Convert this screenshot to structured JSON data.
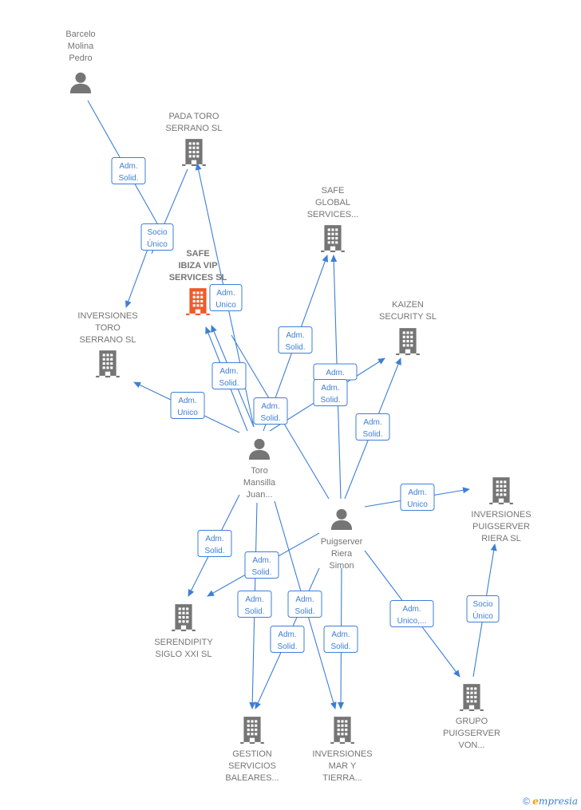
{
  "nodes": {
    "barcelo": {
      "type": "person",
      "label": [
        "Barcelo",
        "Molina",
        "Pedro"
      ]
    },
    "pada": {
      "type": "company",
      "label": [
        "PADA TORO",
        "SERRANO  SL"
      ]
    },
    "safe_global": {
      "type": "company",
      "label": [
        "SAFE",
        "GLOBAL",
        "SERVICES..."
      ]
    },
    "safe_ibiza": {
      "type": "company",
      "main": true,
      "label": [
        "SAFE",
        "IBIZA VIP",
        "SERVICES  SL"
      ]
    },
    "inv_toro": {
      "type": "company",
      "label": [
        "INVERSIONES",
        "TORO",
        "SERRANO  SL"
      ]
    },
    "kaizen": {
      "type": "company",
      "label": [
        "KAIZEN",
        "SECURITY  SL"
      ]
    },
    "toro": {
      "type": "person",
      "label": [
        "Toro",
        "Mansilla",
        "Juan..."
      ]
    },
    "puigserver": {
      "type": "person",
      "label": [
        "Puigserver",
        "Riera",
        "Simon"
      ]
    },
    "inv_puig": {
      "type": "company",
      "label": [
        "INVERSIONES",
        "PUIGSERVER",
        "RIERA  SL"
      ]
    },
    "serendipity": {
      "type": "company",
      "label": [
        "SERENDIPITY",
        "SIGLO XXI  SL"
      ]
    },
    "gestion": {
      "type": "company",
      "label": [
        "GESTION",
        "SERVICIOS",
        "BALEARES..."
      ]
    },
    "inv_mar": {
      "type": "company",
      "label": [
        "INVERSIONES",
        "MAR Y",
        "TIERRA..."
      ]
    },
    "grupo": {
      "type": "company",
      "label": [
        "GRUPO",
        "PUIGSERVER",
        "VON..."
      ]
    }
  },
  "edge_labels": {
    "adm_solid": [
      "Adm.",
      "Solid."
    ],
    "socio_unico": [
      "Socio",
      "Único"
    ],
    "adm_unico": [
      "Adm.",
      "Unico"
    ],
    "adm_unico_more": [
      "Adm.",
      "Unico,..."
    ],
    "adm_short": [
      "Adm."
    ]
  },
  "colors": {
    "edge": "#3d7fd6",
    "node": "#757575",
    "main_node": "#f05a28"
  },
  "footer": {
    "copyright": "©",
    "brand_initial": "e",
    "brand_rest": "mpresia"
  }
}
